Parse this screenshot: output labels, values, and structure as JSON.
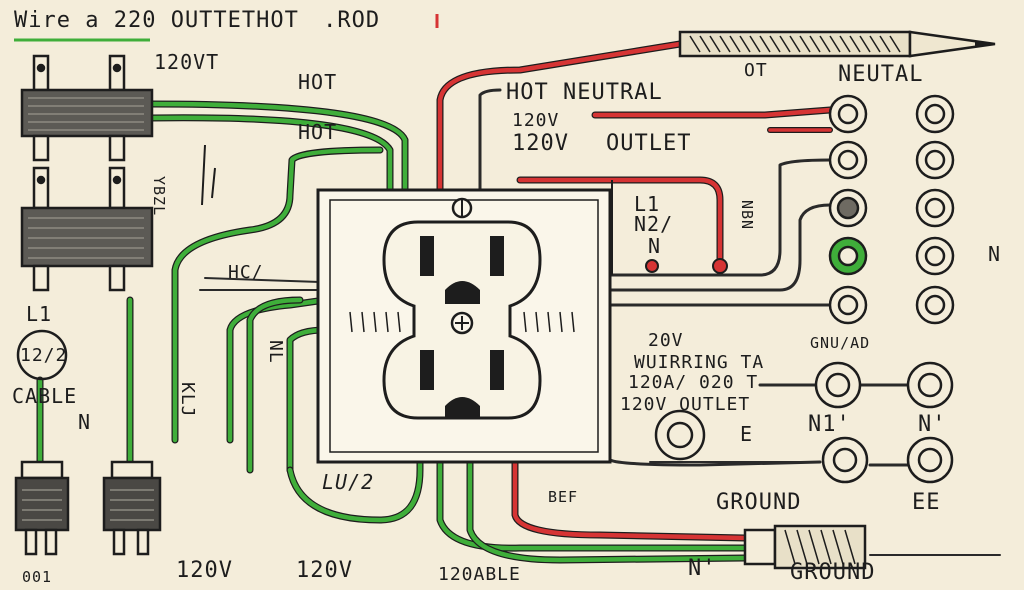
{
  "title": "Wire a 220 OUTTETHOT",
  "title_suffix": ".ROD",
  "colors": {
    "paper": "#f4edda",
    "ink": "#1d1d1d",
    "hot_wire": "#d63434",
    "green_wire": "#3fae3a",
    "outlet": "#faf6ea"
  },
  "labels": {
    "v_120vt": "120VT",
    "hot_a": "HOT",
    "hot_b": "HOT",
    "hot_neutral": "HOT NEUTRAL",
    "v120v_a": "120V",
    "v120v_b": "120V",
    "outlet": "OUTLET",
    "ot": "OT",
    "neutal": "NEUTAL",
    "ybzl": "YBZL",
    "hc": "HC/",
    "l1_left": "L1",
    "cable_size": "12/2",
    "cable": "CABLE",
    "n_left": "N",
    "l1_mid": "L1",
    "n2": "N2/",
    "n_mid": "N",
    "nbn": "NBN",
    "n_right": "N",
    "v20v": "20V",
    "gnd_top": "GNU/AD",
    "wirring": "WUIRRING TA",
    "amp": "120A/ 020 T",
    "v120_outlet": "120V OUTLET",
    "n1": "N1'",
    "n_pr": "N'",
    "e": "E",
    "lu2": "LU/2",
    "bee": "BEF",
    "ground": "GROUND",
    "ee": "EE",
    "kl": "KLJ",
    "nl": "NL",
    "bottom_v1": "120V",
    "bottom_v2": "120V",
    "bottom_cable": "120ABLE",
    "n_bottom": "N'",
    "ground_bottom": "GROUND",
    "bottom_left": "001"
  }
}
